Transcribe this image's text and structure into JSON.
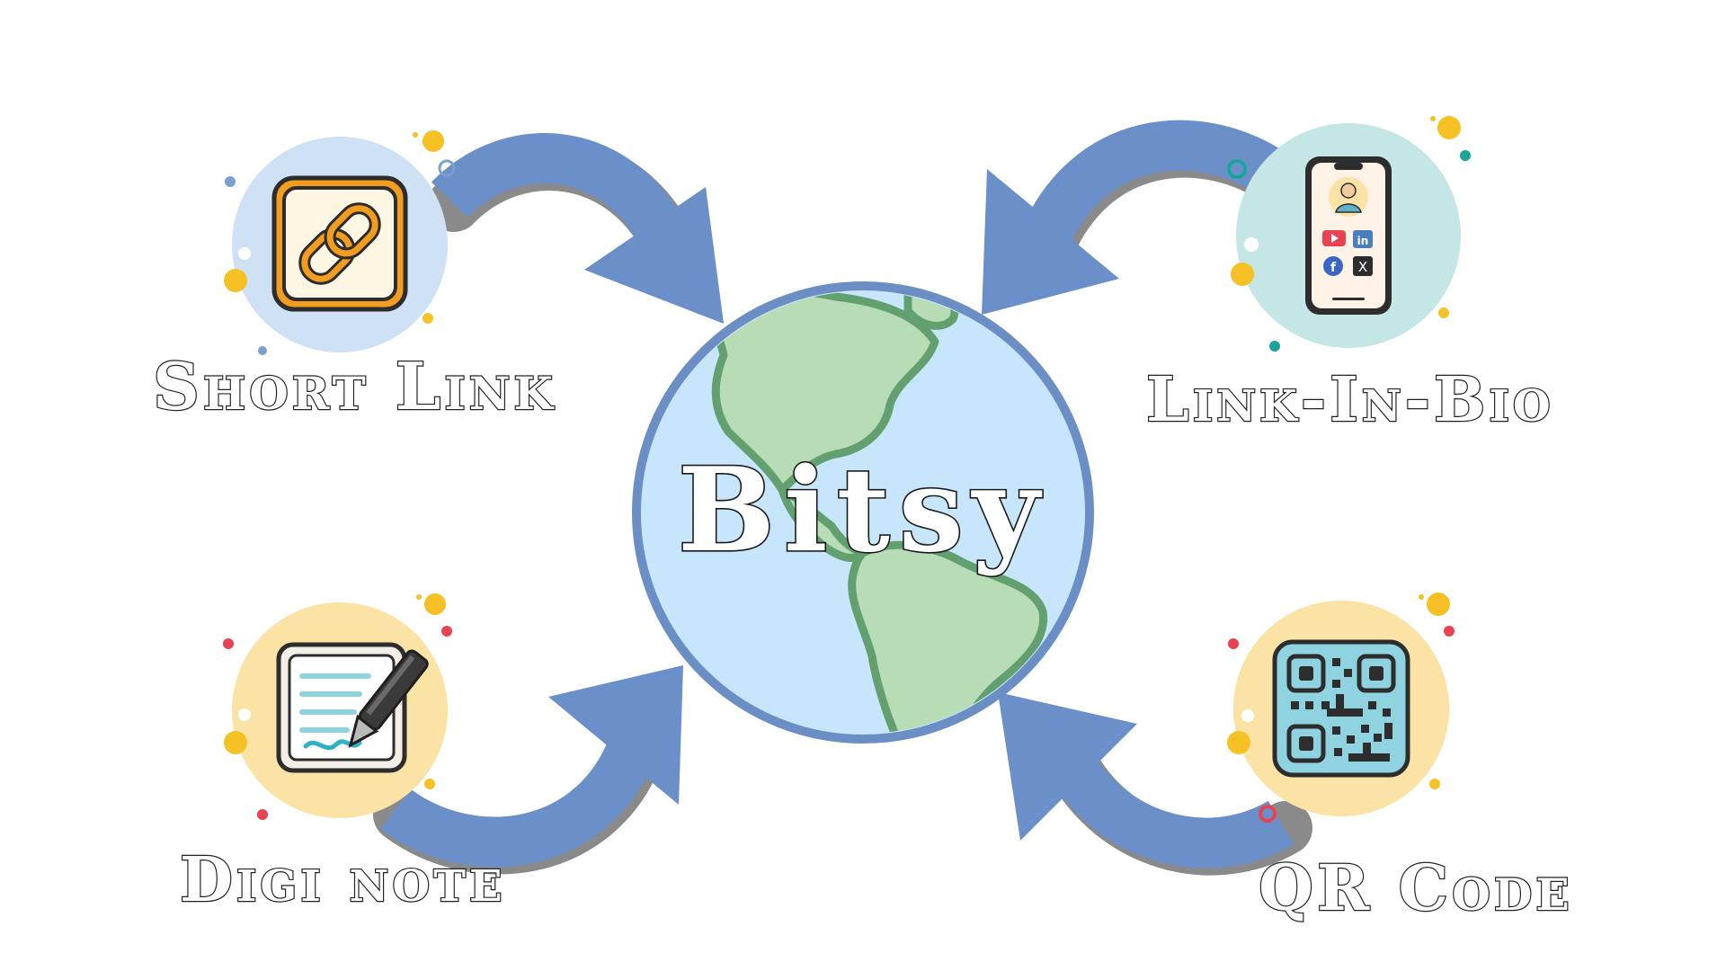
{
  "center": {
    "brand": "Bitsy",
    "globe_ocean_color": "#c8e6fb",
    "globe_rim_color": "#6b8fc4",
    "land_fill_color": "#b8dcb6",
    "land_stroke_color": "#63a070"
  },
  "arrow_color": "#6b8fc9",
  "features": [
    {
      "id": "short-link",
      "label": "Short Link",
      "icon": "chain-link-icon",
      "bubble_color": "#cfe1f5"
    },
    {
      "id": "link-in-bio",
      "label": "Link-In-Bio",
      "icon": "phone-profile-icon",
      "bubble_color": "#c4e7e5"
    },
    {
      "id": "digi-note",
      "label": "Digi note",
      "icon": "note-pen-icon",
      "bubble_color": "#fbe3a6"
    },
    {
      "id": "qr-code",
      "label": "QR Code",
      "icon": "qr-code-icon",
      "bubble_color": "#fbe3a6"
    }
  ],
  "accent_colors": {
    "icon_orange": "#f29d1f",
    "dot_yellow": "#f5c125",
    "dot_red": "#e84352",
    "dot_teal": "#1aa59a",
    "dot_blue": "#7d9fd0",
    "qr_teal": "#8fd3e0",
    "ink": "#2d2d2d"
  }
}
